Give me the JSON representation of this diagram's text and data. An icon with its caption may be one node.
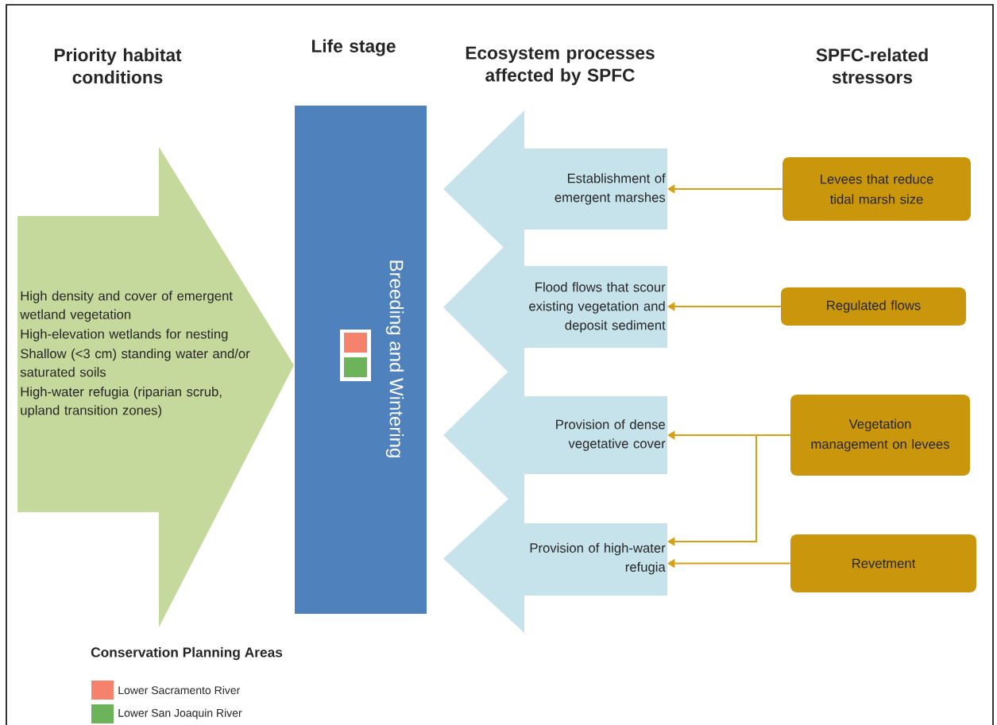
{
  "diagram": {
    "nodes": [
      {
        "text": [
          "High density and cover of emergent wetland vegetation",
          "High-elevation wetlands for nesting",
          "Shallow (<3 cm) standing water and/or saturated soils",
          "High-water refugia (riparian scrub, upland transition zones)"
        ]
      },
      {
        "text": [
          "Breeding and Wintering"
        ]
      },
      {
        "text": [
          "Establishment of emergent marshes"
        ]
      },
      {
        "text": [
          "Flood flows that scour existing vegetation and deposit sediment"
        ]
      },
      {
        "text": [
          "Provision of dense vegetative cover"
        ]
      },
      {
        "text": [
          "Provision of high-water refugia"
        ]
      },
      {
        "text": [
          "Levees that reduce tidal marsh size"
        ]
      },
      {
        "text": [
          "Regulated flows"
        ]
      },
      {
        "text": [
          "Vegetation management on levees"
        ]
      },
      {
        "text": [
          "Revetment"
        ]
      }
    ],
    "edges": [
      {
        "from": 6,
        "to": 2,
        "arrow": "to"
      },
      {
        "from": 7,
        "to": 3,
        "arrow": "to"
      },
      {
        "from": 8,
        "to": 4,
        "arrow": "to"
      },
      {
        "from": 8,
        "to": 5,
        "arrow": "to"
      },
      {
        "from": 9,
        "to": 5,
        "arrow": "to"
      }
    ],
    "labels": [
      "Priority habitat conditions",
      "Life stage",
      "Ecosystem processes affected by SPFC",
      "SPFC-related stressors",
      "Conservation Planning Areas"
    ],
    "legend": [
      {
        "text": "Lower Sacramento River",
        "color": "#f4826c"
      },
      {
        "text": "Lower San Joaquin River",
        "color": "#6db35a"
      }
    ]
  }
}
